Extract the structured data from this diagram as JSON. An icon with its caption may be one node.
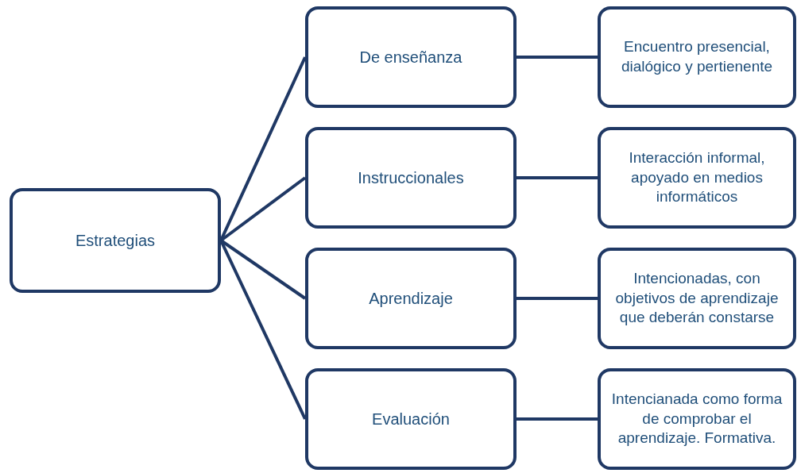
{
  "diagram": {
    "nodes": [
      {
        "text": [
          "Estrategias"
        ]
      },
      {
        "text": [
          "De enseñanza"
        ]
      },
      {
        "text": [
          "Instruccionales"
        ]
      },
      {
        "text": [
          "Aprendizaje"
        ]
      },
      {
        "text": [
          "Evaluación"
        ]
      },
      {
        "text": [
          "Encuentro presencial, dialógico y pertienente"
        ]
      },
      {
        "text": [
          "Interacción informal, apoyado en medios informáticos"
        ]
      },
      {
        "text": [
          "Intencionadas, con objetivos de aprendizaje que deberán constarse"
        ]
      },
      {
        "text": [
          "Intencianada como forma de comprobar el aprendizaje. Formativa."
        ]
      }
    ],
    "edges": [
      {
        "from": 0,
        "to": 1,
        "arrow": "none"
      },
      {
        "from": 0,
        "to": 2,
        "arrow": "none"
      },
      {
        "from": 0,
        "to": 3,
        "arrow": "none"
      },
      {
        "from": 0,
        "to": 4,
        "arrow": "none"
      },
      {
        "from": 1,
        "to": 5,
        "arrow": "none"
      },
      {
        "from": 2,
        "to": 6,
        "arrow": "none"
      },
      {
        "from": 3,
        "to": 7,
        "arrow": "none"
      },
      {
        "from": 4,
        "to": 8,
        "arrow": "none"
      }
    ]
  }
}
